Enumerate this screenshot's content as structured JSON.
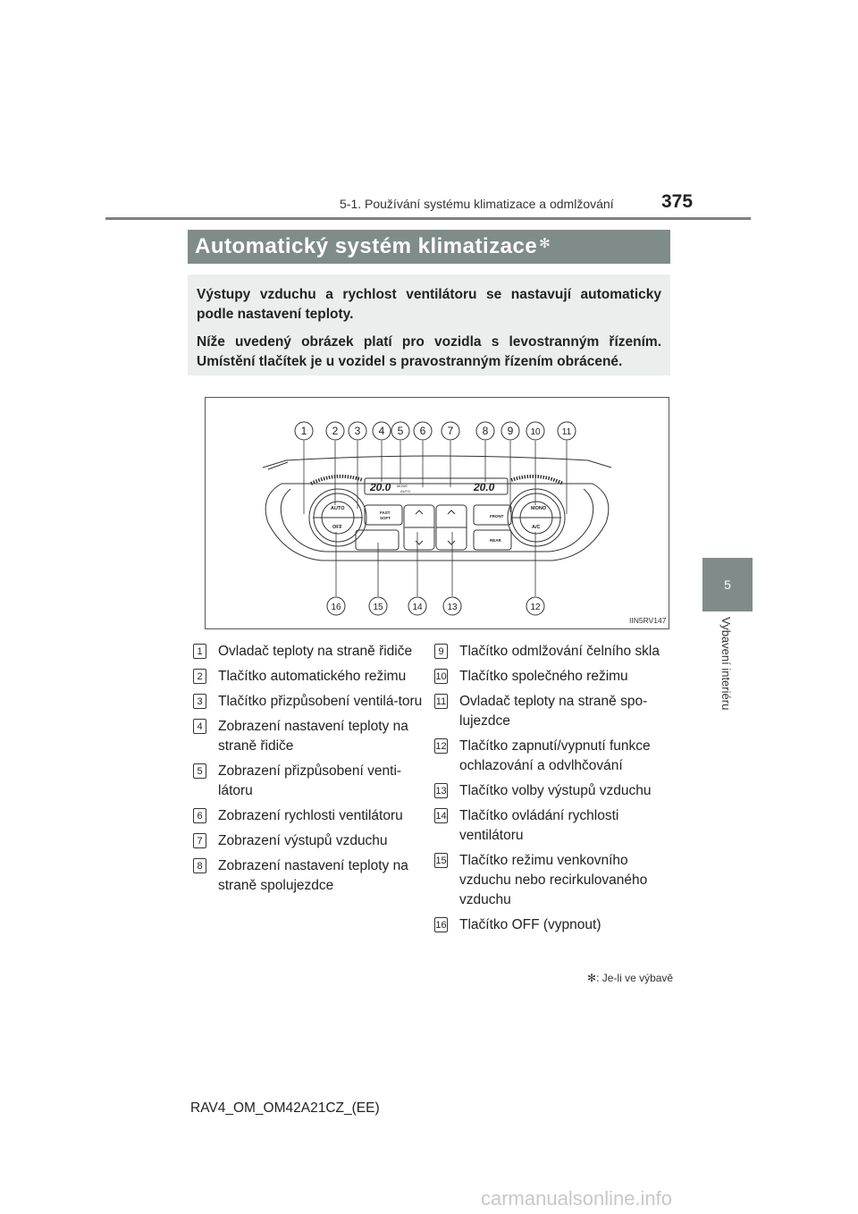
{
  "header": {
    "section_title": "5-1. Používání systému klimatizace a odmlžování",
    "page_number": "375"
  },
  "side_tab": {
    "chapter_number": "5",
    "chapter_title": "Vybavení interiéru"
  },
  "section": {
    "title": "Automatický systém klimatizace",
    "title_mark": "✻"
  },
  "intro": {
    "paragraph1": "Výstupy vzduchu a rychlost ventilátoru se nastavují automaticky podle nastavení teploty.",
    "paragraph2": "Níže uvedený obrázek platí pro vozidla s levostranným řízením. Umístění tlačítek je u vozidel s pravostranným řízením obrácené."
  },
  "figure": {
    "code": "IIN5RV147",
    "display_left_temp": "20.0",
    "display_right_temp": "20.0",
    "display_mode_label": "MODE",
    "display_auto_label": "AUTO",
    "btn_auto": "AUTO",
    "btn_off": "OFF",
    "btn_fast_soft_1": "FAST",
    "btn_fast_soft_2": "SOFT",
    "btn_front": "FRONT",
    "btn_rear": "REAR",
    "btn_mono": "MONO",
    "btn_ac": "A/C",
    "callouts_top": [
      "1",
      "2",
      "3",
      "4",
      "5",
      "6",
      "7",
      "8",
      "9",
      "10",
      "11"
    ],
    "callouts_bottom": [
      "16",
      "15",
      "14",
      "13",
      "12"
    ]
  },
  "legend": {
    "col1": [
      {
        "n": "1",
        "text": "Ovladač teploty na straně řidiče"
      },
      {
        "n": "2",
        "text": "Tlačítko automatického režimu"
      },
      {
        "n": "3",
        "text": "Tlačítko přizpůsobení ventilá-toru"
      },
      {
        "n": "4",
        "text": "Zobrazení nastavení teploty na straně řidiče"
      },
      {
        "n": "5",
        "text": "Zobrazení přizpůsobení venti-látoru"
      },
      {
        "n": "6",
        "text": "Zobrazení rychlosti ventilátoru"
      },
      {
        "n": "7",
        "text": "Zobrazení výstupů vzduchu"
      },
      {
        "n": "8",
        "text": "Zobrazení nastavení teploty na straně spolujezdce"
      }
    ],
    "col2": [
      {
        "n": "9",
        "text": "Tlačítko odmlžování čelního skla"
      },
      {
        "n": "10",
        "text": "Tlačítko společného režimu"
      },
      {
        "n": "11",
        "text": "Ovladač teploty na straně spo-lujezdce"
      },
      {
        "n": "12",
        "text": "Tlačítko zapnutí/vypnutí funkce ochlazování a odvlhčování"
      },
      {
        "n": "13",
        "text": "Tlačítko volby výstupů vzduchu"
      },
      {
        "n": "14",
        "text": "Tlačítko ovládání rychlosti ventilátoru"
      },
      {
        "n": "15",
        "text": "Tlačítko režimu venkovního vzduchu nebo recirkulovaného vzduchu"
      },
      {
        "n": "16",
        "text": "Tlačítko OFF (vypnout)"
      }
    ]
  },
  "footnote": {
    "mark": "✻",
    "text": ": Je-li ve výbavě"
  },
  "footer": {
    "doc_code": "RAV4_OM_OM42A21CZ_(EE)",
    "watermark": "carmanualsonline.info"
  }
}
